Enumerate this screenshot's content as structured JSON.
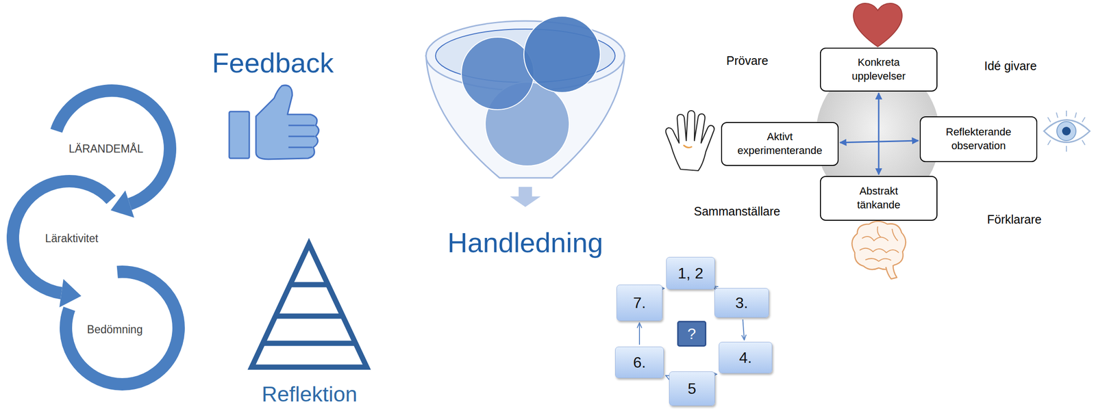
{
  "diagram": {
    "nodes": [
      {
        "text": [
          "LÄRANDEMÅL"
        ]
      },
      {
        "text": [
          "Läraktivitet"
        ]
      },
      {
        "text": [
          "Bedömning"
        ]
      },
      {
        "text": [
          "Konkreta upplevelser"
        ]
      },
      {
        "text": [
          "Aktivt experimenterande"
        ]
      },
      {
        "text": [
          "Reflekterande observation"
        ]
      },
      {
        "text": [
          "Abstrakt tänkande"
        ]
      },
      {
        "text": [
          "1, 2"
        ]
      },
      {
        "text": [
          "3."
        ]
      },
      {
        "text": [
          "4."
        ]
      },
      {
        "text": [
          "5"
        ]
      },
      {
        "text": [
          "6."
        ]
      },
      {
        "text": [
          "7."
        ]
      },
      {
        "text": [
          "?"
        ]
      }
    ],
    "edges": [
      {
        "from": 3,
        "to": 6,
        "arrow": "both"
      },
      {
        "from": 4,
        "to": 5,
        "arrow": "both"
      },
      {
        "from": 7,
        "to": 8,
        "arrow": "to"
      },
      {
        "from": 8,
        "to": 9,
        "arrow": "to"
      },
      {
        "from": 9,
        "to": 10,
        "arrow": "to"
      },
      {
        "from": 10,
        "to": 11,
        "arrow": "to"
      },
      {
        "from": 11,
        "to": 12,
        "arrow": "to"
      },
      {
        "from": 12,
        "to": 7,
        "arrow": "to"
      }
    ],
    "labels": [
      "Feedback",
      "Handledning",
      "Reflektion",
      "Prövare",
      "Idé givare",
      "Sammanställare",
      "Förklarare"
    ]
  }
}
